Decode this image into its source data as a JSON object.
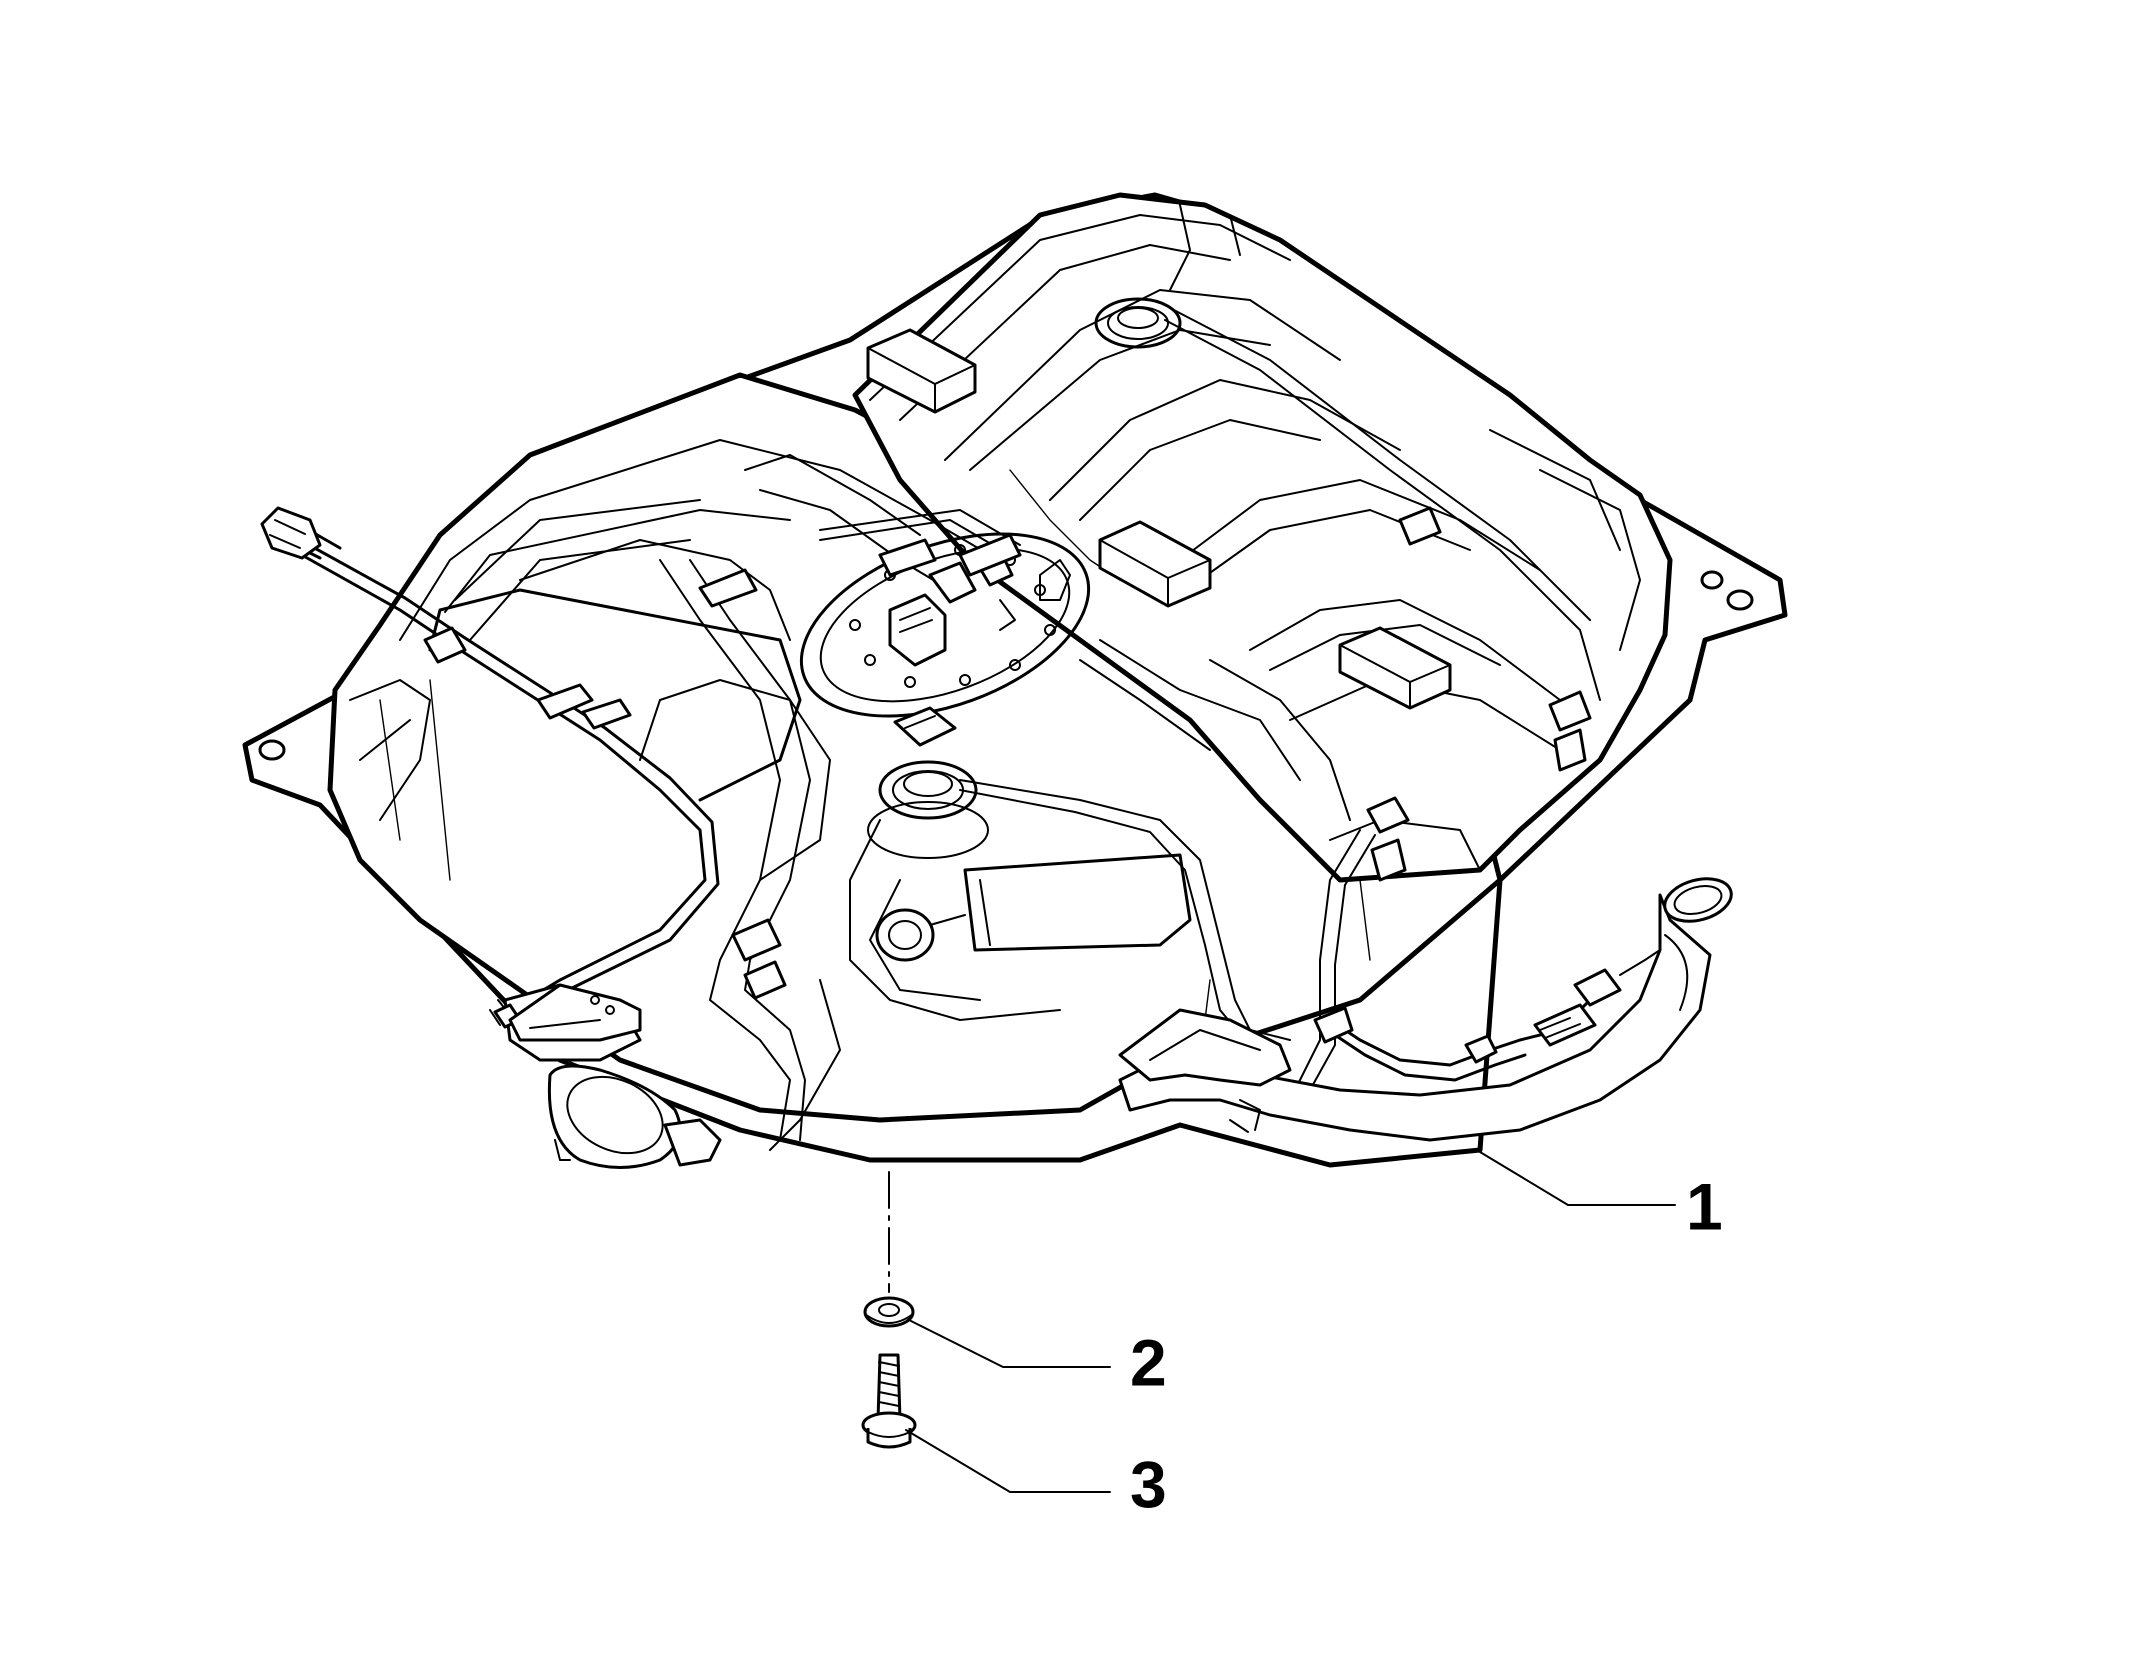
{
  "diagram": {
    "parts": [
      {
        "ref": "1",
        "item": "fuel-tank-assembly"
      },
      {
        "ref": "2",
        "item": "washer"
      },
      {
        "ref": "3",
        "item": "bolt"
      }
    ]
  },
  "colors": {
    "line": "#000000",
    "background": "#ffffff"
  }
}
